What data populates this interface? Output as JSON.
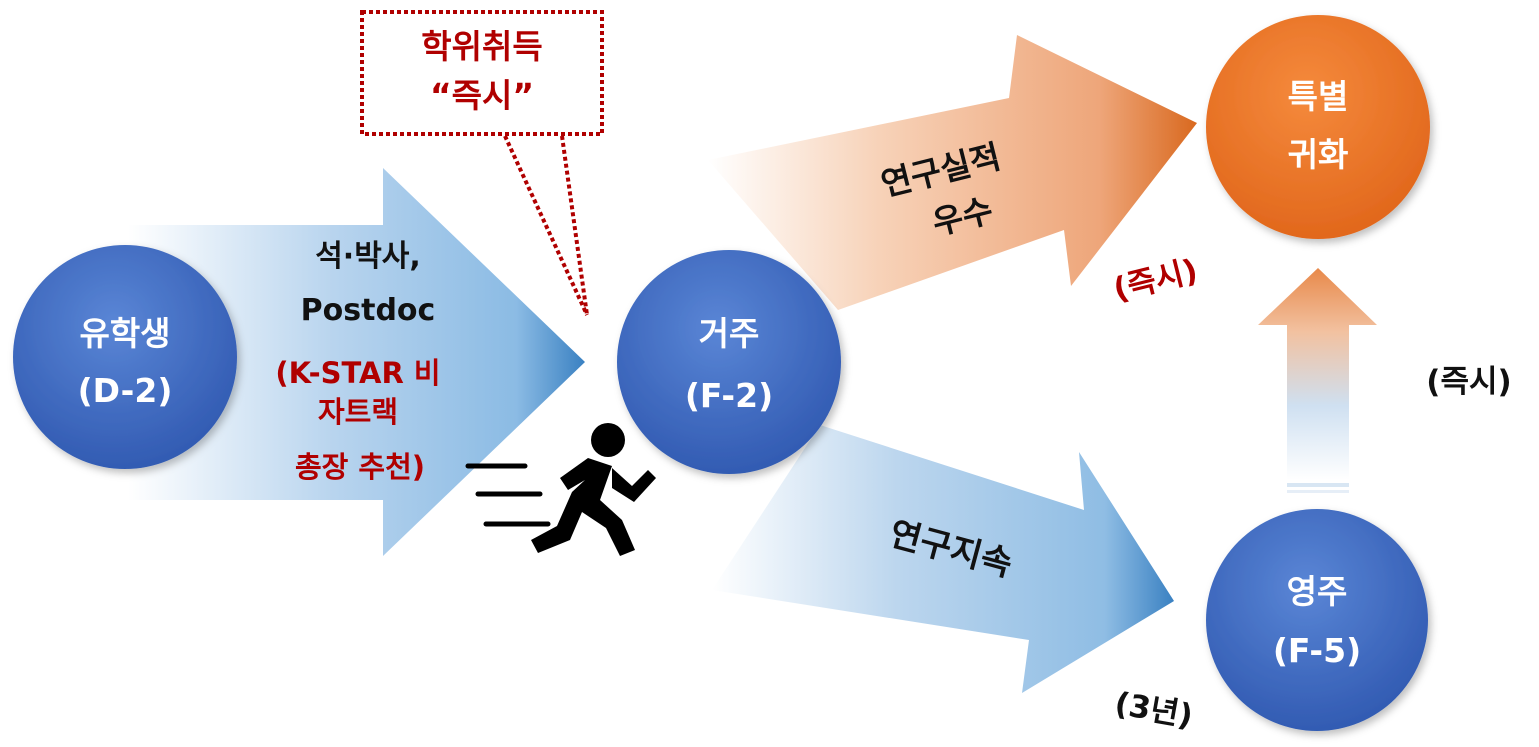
{
  "nodes": {
    "student": {
      "line1": "유학생",
      "line2": "(D-2)"
    },
    "residence": {
      "line1": "거주",
      "line2": "(F-2)"
    },
    "permanent": {
      "line1": "영주",
      "line2": "(F-5)"
    },
    "naturalization": {
      "line1": "특별",
      "line2": "귀화"
    }
  },
  "arrows": {
    "main": {
      "line1": "석·박사,",
      "line2": "Postdoc",
      "line3": "(K-STAR 비",
      "line4": "자트랙",
      "line5": "총장 추천)"
    },
    "excellent": {
      "line1": "연구실적",
      "line2": "우수",
      "timing": "(즉시)"
    },
    "continue": {
      "label": "연구지속",
      "timing": "(3년)"
    },
    "vertical": {
      "timing": "(즉시)"
    }
  },
  "callout": {
    "line1": "학위취득",
    "line2": "“즉시”"
  },
  "icons": {
    "runner": "running-person-icon"
  },
  "colors": {
    "node_blue": "#3f6cc6",
    "node_orange": "#ee7420",
    "arrow_blue": "#3b82c4",
    "arrow_orange": "#d9691f",
    "red_text": "#b00000",
    "callout_border": "#b00000"
  }
}
